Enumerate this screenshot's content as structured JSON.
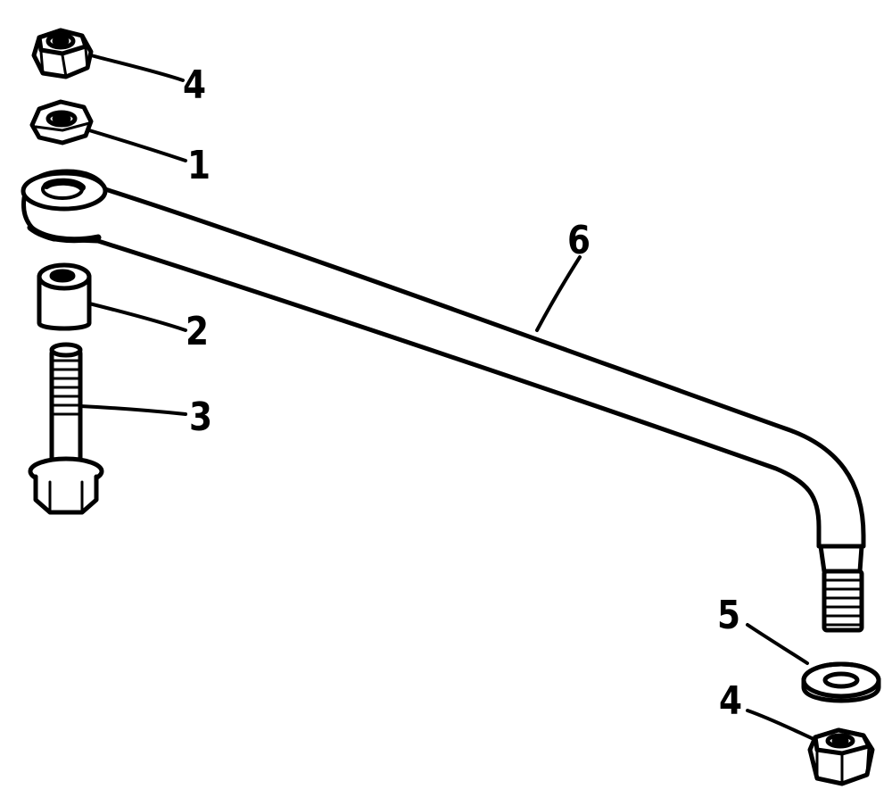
{
  "diagram": {
    "callouts": [
      {
        "id": "upper-nut",
        "label": "4"
      },
      {
        "id": "thin-nut",
        "label": "1"
      },
      {
        "id": "spacer",
        "label": "2"
      },
      {
        "id": "bolt",
        "label": "3"
      },
      {
        "id": "link-rod",
        "label": "6"
      },
      {
        "id": "washer",
        "label": "5"
      },
      {
        "id": "lower-nut",
        "label": "4"
      }
    ],
    "ink_color": "#000000",
    "paper_color": "#ffffff"
  }
}
